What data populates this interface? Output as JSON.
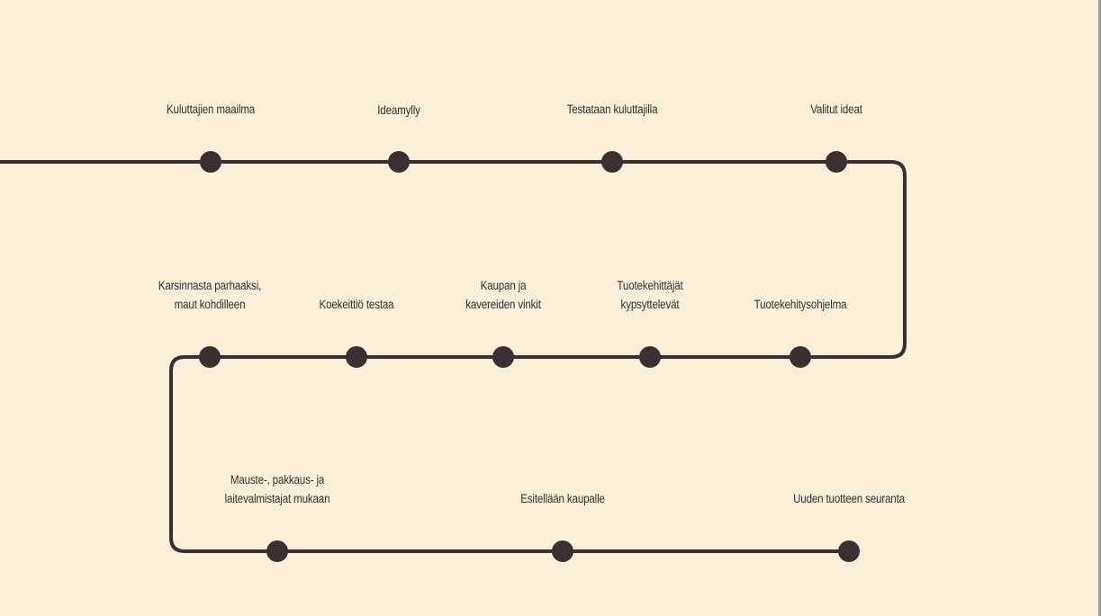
{
  "diagram": {
    "type": "process-timeline",
    "line_color": "#3a3032",
    "background_color": "#faefd9",
    "rows": [
      {
        "row": 1,
        "direction": "left-to-right",
        "steps": [
          {
            "label": "Kuluttajien maailma"
          },
          {
            "label": "Ideamylly"
          },
          {
            "label": "Testataan kuluttajilla"
          },
          {
            "label": "Valitut ideat"
          }
        ]
      },
      {
        "row": 2,
        "direction": "right-to-left",
        "steps": [
          {
            "label": "Tuotekehitysohjelma"
          },
          {
            "label": "Tuotekehittäjät\nkypsyttelevät"
          },
          {
            "label": "Kaupan ja\nkavereiden vinkit"
          },
          {
            "label": "Koekeittiö testaa"
          },
          {
            "label": "Karsinnasta parhaaksi,\nmaut kohdilleen"
          }
        ]
      },
      {
        "row": 3,
        "direction": "left-to-right",
        "steps": [
          {
            "label": "Mauste-, pakkaus- ja\nlaitevalmistajat mukaan"
          },
          {
            "label": "Esitellään kaupalle"
          },
          {
            "label": "Uuden tuotteen seuranta"
          }
        ]
      }
    ]
  }
}
